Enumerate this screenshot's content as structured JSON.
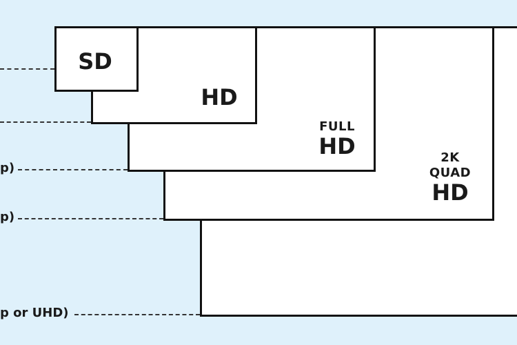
{
  "colors": {
    "background": "#dff1fb",
    "box_fill": "#ffffff",
    "stroke": "#111111",
    "text": "#1a1a1a"
  },
  "formats": {
    "sd": {
      "line1": "SD"
    },
    "hd": {
      "line1": "HD"
    },
    "full_hd": {
      "line1": "FULL",
      "line2": "HD"
    },
    "qhd": {
      "line1": "2K",
      "line2": "QUAD",
      "line3": "HD"
    }
  },
  "side_labels": {
    "row3": "p)",
    "row4": "p)",
    "row5": "p or UHD)"
  }
}
